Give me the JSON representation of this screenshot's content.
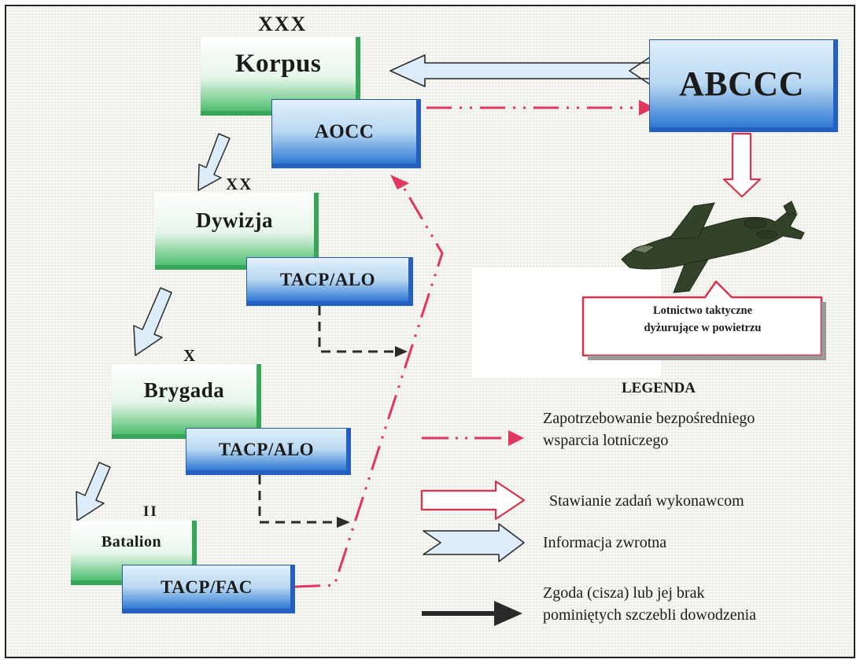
{
  "nodes": {
    "korpus": "Korpus",
    "aocc": "AOCC",
    "abccc": "ABCCC",
    "dywizja": "Dywizja",
    "tacp_alo_1": "TACP/ALO",
    "brygada": "Brygada",
    "tacp_alo_2": "TACP/ALO",
    "batalion": "Batalion",
    "tacp_fac": "TACP/FAC"
  },
  "echelons": {
    "korpus": "XXX",
    "dywizja": "XX",
    "brygada": "X",
    "batalion": "II"
  },
  "aircraft_callout": {
    "line1": "Lotnictwo taktyczne",
    "line2": "dyżurujące w powietrzu"
  },
  "legend": {
    "title": "LEGENDA",
    "request_line1": "Zapotrzebowanie bezpośredniego",
    "request_line2": "wsparcia lotniczego",
    "tasking": "Stawianie zadań wykonawcom",
    "feedback": "Informacja zwrotna",
    "approval_line1": "Zgoda (cisza) lub jej brak",
    "approval_line2": "pominiętych szczebli dowodzenia"
  },
  "colors": {
    "request_red": "#e0365f",
    "tasking_red": "#d8314a",
    "feedback_fill": "#dcecf8",
    "approval_dark": "#2a2a2a",
    "node_green": "#37a659",
    "node_blue": "#2560c0"
  },
  "icons": {
    "aircraft": "a10-aircraft-icon"
  }
}
